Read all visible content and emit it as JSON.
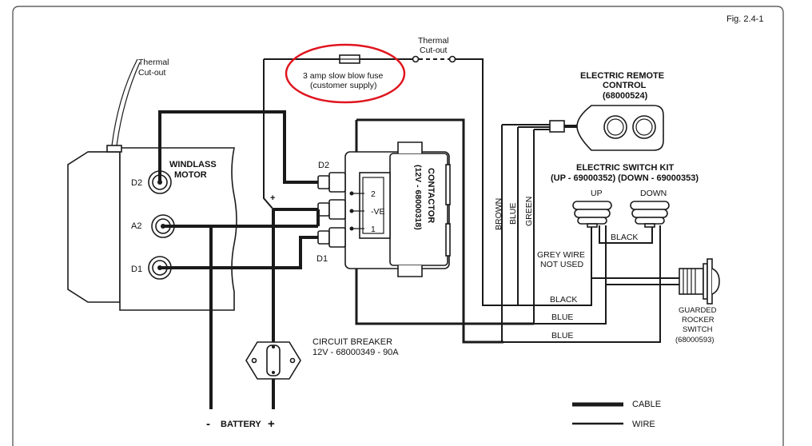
{
  "figure_label": "Fig. 2.4-1",
  "motor": {
    "title_line1": "WINDLASS",
    "title_line2": "MOTOR",
    "terminal_d2": "D2",
    "terminal_a2": "A2",
    "terminal_d1": "D1",
    "thermal_line1": "Thermal",
    "thermal_line2": "Cut-out"
  },
  "fuse": {
    "line1": "3 amp slow blow fuse",
    "line2": "(customer supply)",
    "highlight_color": "#e0141e"
  },
  "thermal_top": {
    "line1": "Thermal",
    "line2": "Cut-out"
  },
  "contactor": {
    "label_line1": "CONTACTOR",
    "label_line2": "(12V - 68000318)",
    "terminal_d2": "D2",
    "terminal_d1": "D1",
    "terminal_2": "2",
    "terminal_ve": "-VE",
    "terminal_1": "1"
  },
  "plus_mark": "+",
  "remote": {
    "line1": "ELECTRIC REMOTE",
    "line2": "CONTROL",
    "line3": "(68000524)"
  },
  "switch_kit": {
    "line1": "ELECTRIC SWITCH KIT",
    "line2": "(UP - 69000352) (DOWN - 69000353)",
    "up": "UP",
    "down": "DOWN"
  },
  "wire_labels": {
    "brown": "BROWN",
    "blue": "BLUE",
    "green": "GREEN",
    "black_between": "BLACK",
    "grey_line1": "GREY WIRE",
    "grey_line2": "NOT USED",
    "black": "BLACK",
    "blue_1": "BLUE",
    "blue_2": "BLUE"
  },
  "rocker": {
    "line1": "GUARDED",
    "line2": "ROCKER",
    "line3": "SWITCH",
    "line4": "(68000593)"
  },
  "breaker": {
    "line1": "CIRCUIT BREAKER",
    "line2": "12V - 68000349 - 90A"
  },
  "battery": {
    "minus": "-",
    "label": "BATTERY",
    "plus": "+"
  },
  "legend": {
    "cable": "CABLE",
    "wire": "WIRE"
  }
}
